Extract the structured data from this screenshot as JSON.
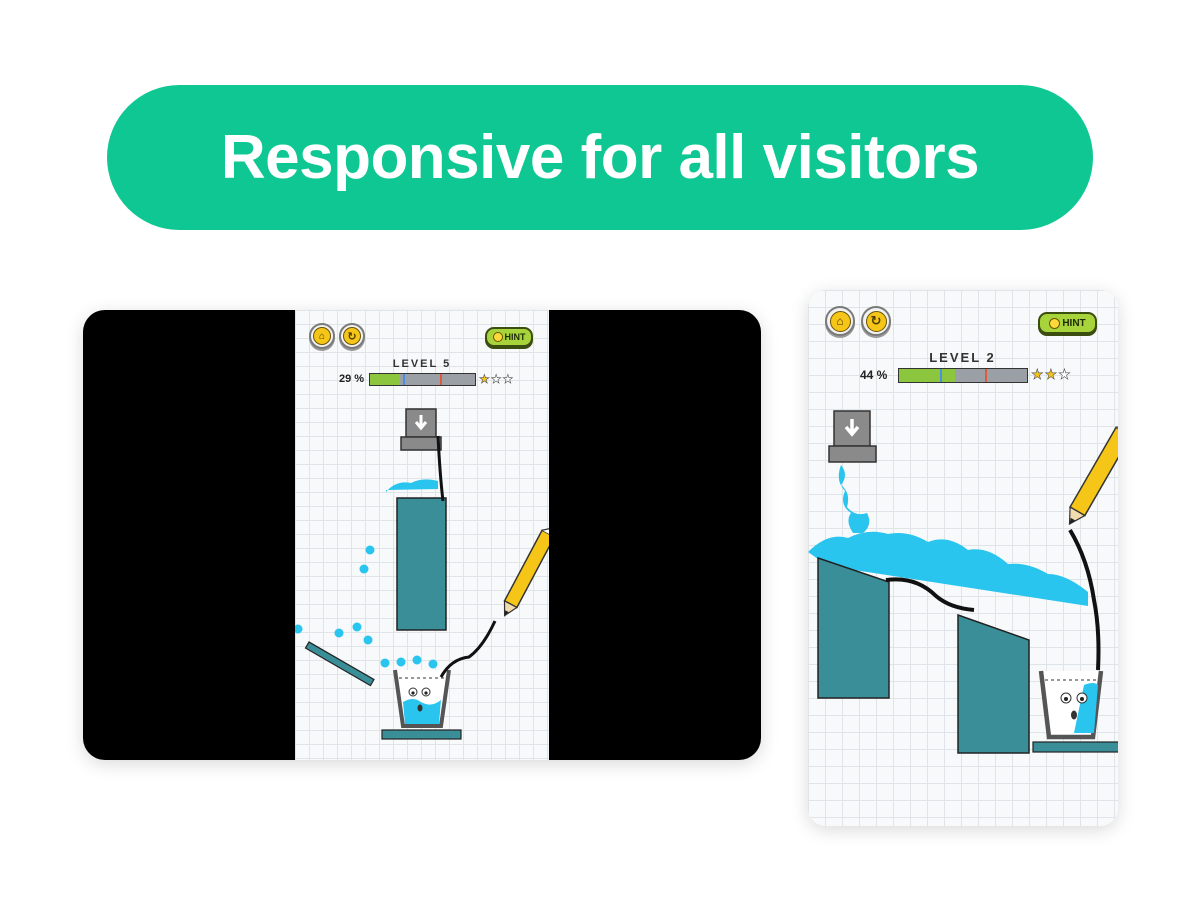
{
  "banner": {
    "text": "Responsive for all visitors",
    "color": "#0ec792"
  },
  "colors": {
    "water": "#29c5ef",
    "block": "#3a8e97",
    "progress_fill": "#8cc63f",
    "progress_empty": "#9aa0a6",
    "star": "#f5c518",
    "hint": "#a6d43a"
  },
  "landscape_game": {
    "home_icon": "home-icon",
    "restart_icon": "restart-icon",
    "hint_label": "HINT",
    "level": "LEVEL 5",
    "progress_text": "29 %",
    "progress_fraction": 0.29,
    "stars_earned": 1,
    "stars_total": 3
  },
  "portrait_game": {
    "home_icon": "home-icon",
    "restart_icon": "restart-icon",
    "hint_label": "HINT",
    "level": "LEVEL 2",
    "progress_text": "44 %",
    "progress_fraction": 0.44,
    "stars_earned": 2,
    "stars_total": 3
  }
}
